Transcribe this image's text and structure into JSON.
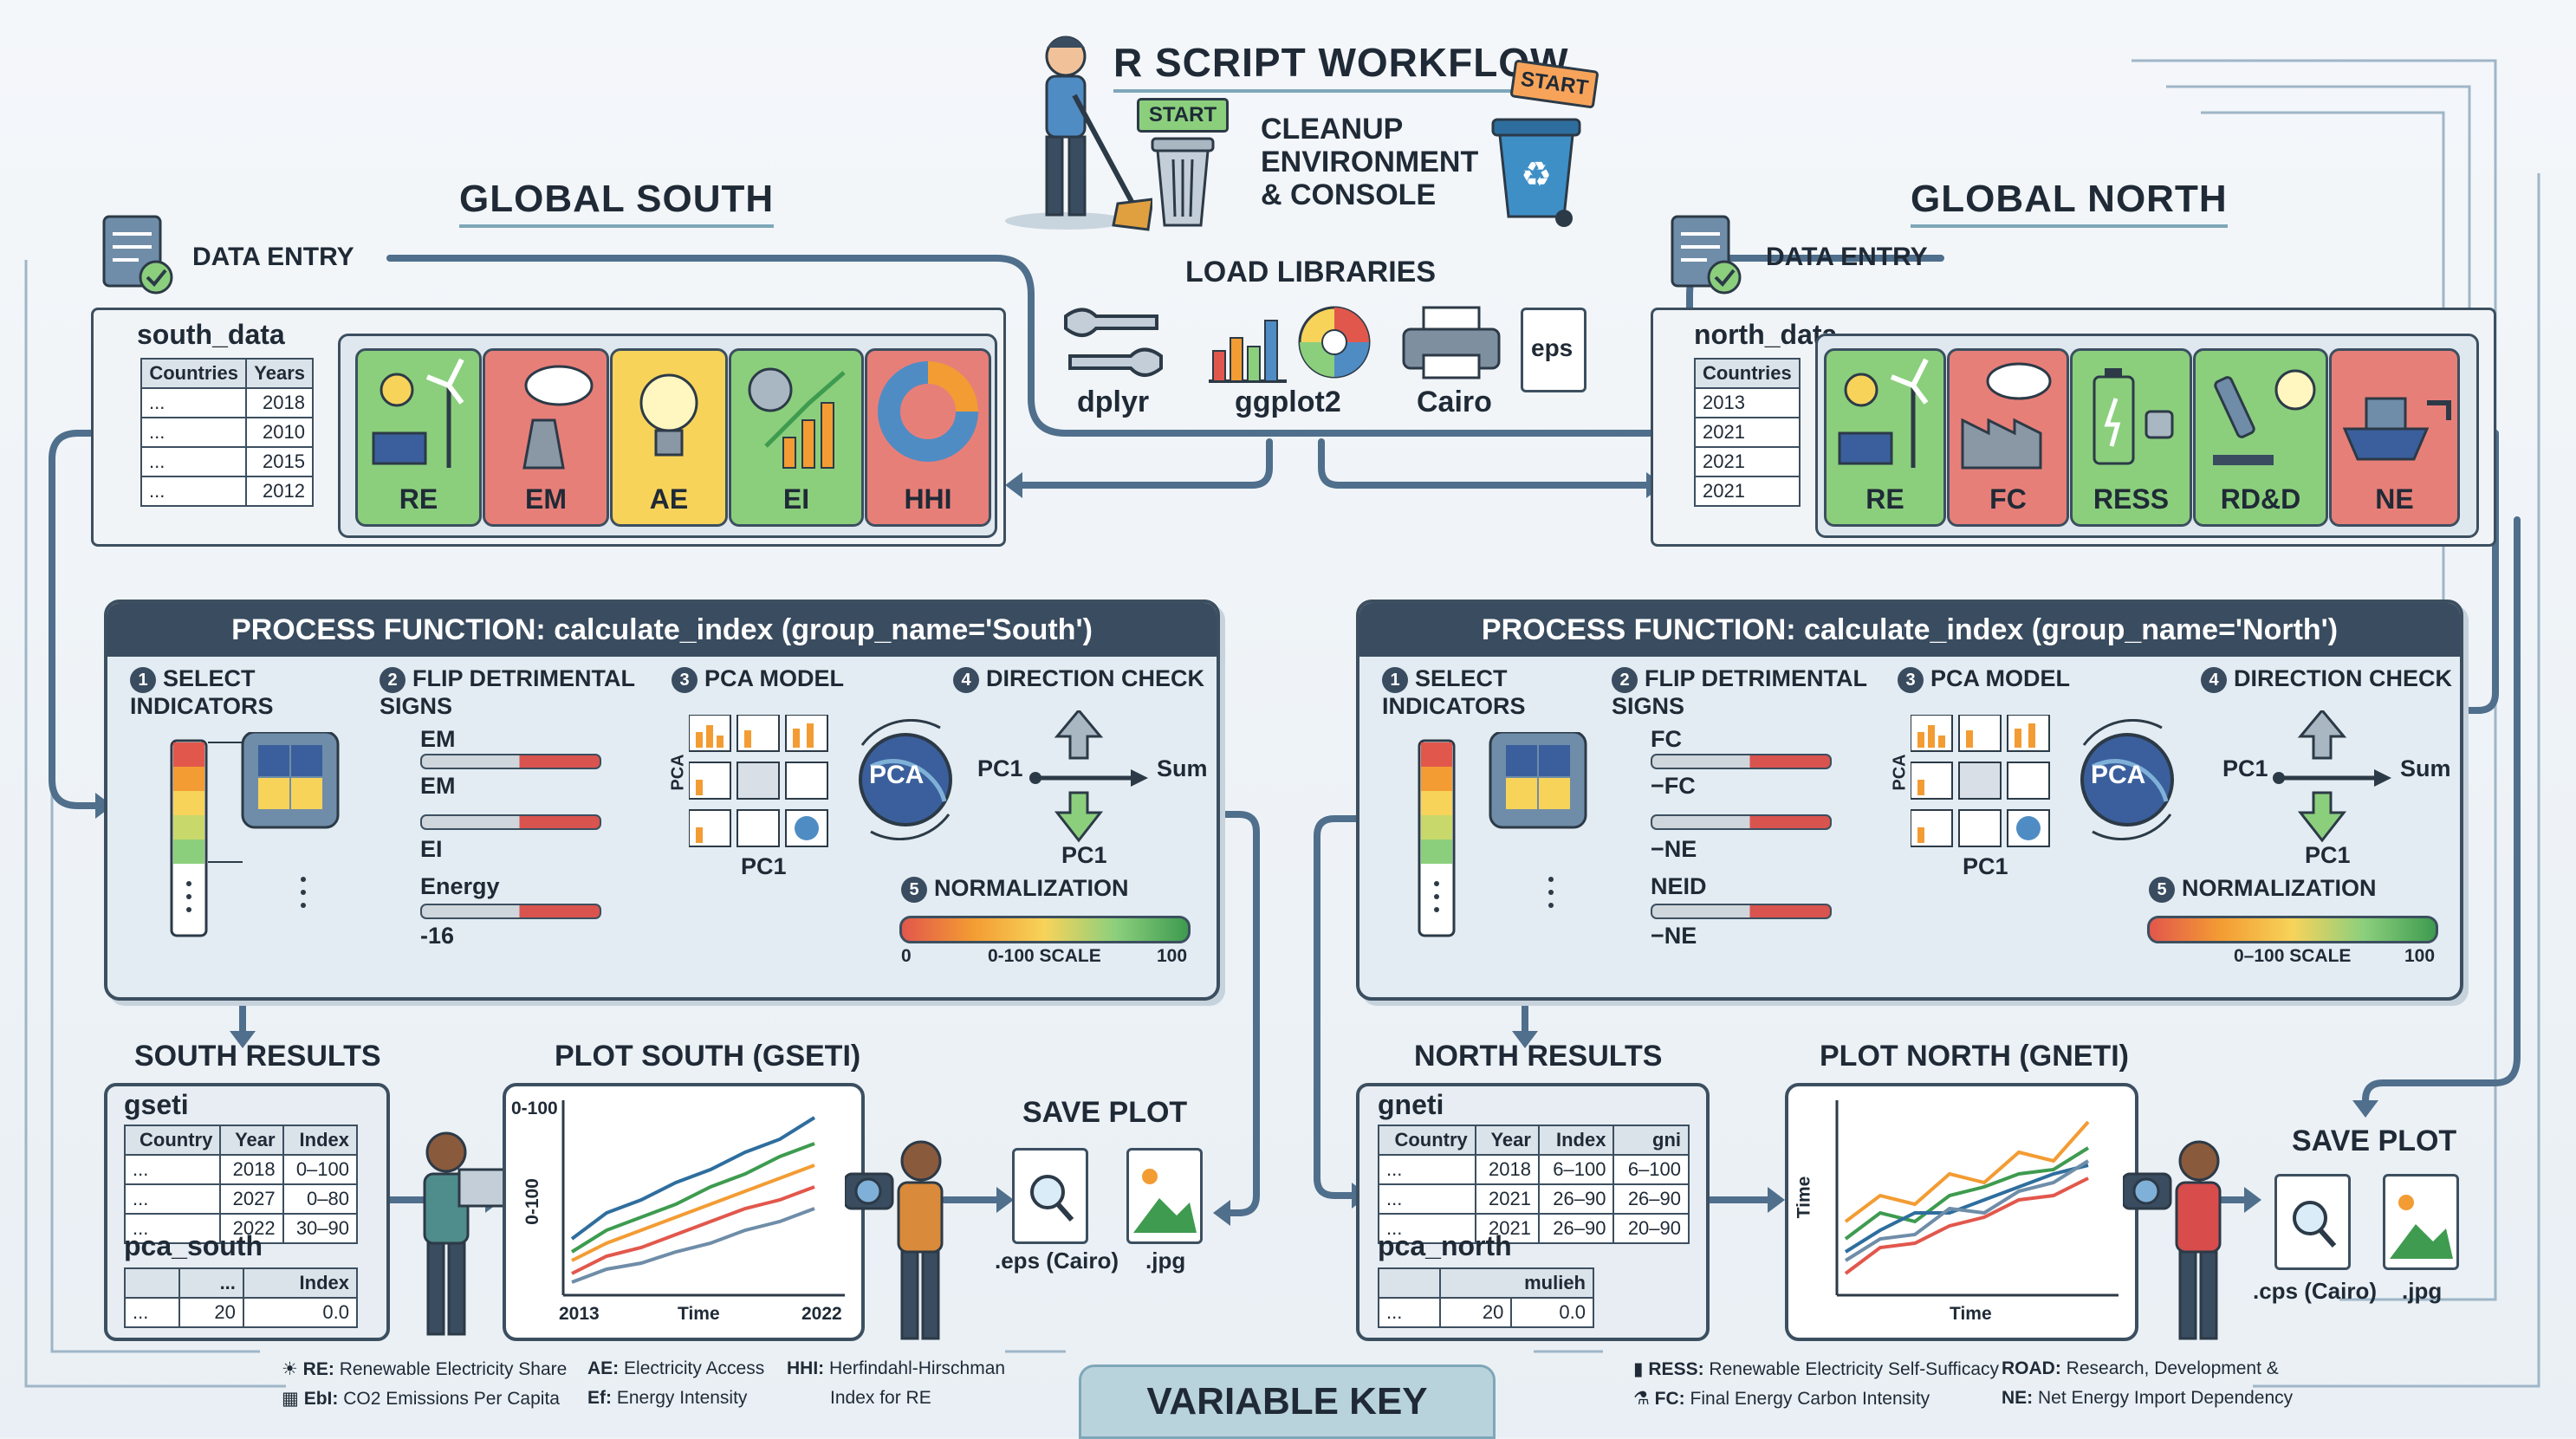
{
  "header": {
    "title": "R SCRIPT WORKFLOW",
    "start_sign": "START",
    "bin_sign": "START",
    "cleanup": [
      "CLEANUP",
      "ENVIRONMENT",
      "& CONSOLE"
    ],
    "load_libraries": "LOAD LIBRARIES",
    "libraries": [
      "dplyr",
      "ggplot2",
      "Cairo",
      "eps"
    ]
  },
  "south": {
    "title": "GLOBAL SOUTH",
    "data_entry": "DATA ENTRY",
    "dataset": "south_data",
    "table_headers": [
      "Countries",
      "Years"
    ],
    "table_rows": [
      [
        "...",
        "2018"
      ],
      [
        "...",
        "2010"
      ],
      [
        "...",
        "2015"
      ],
      [
        "...",
        "2012"
      ]
    ],
    "indicators": [
      {
        "label": "RE",
        "color": "green"
      },
      {
        "label": "EM",
        "color": "red"
      },
      {
        "label": "AE",
        "color": "yellow"
      },
      {
        "label": "EI",
        "color": "green"
      },
      {
        "label": "HHI",
        "color": "red"
      }
    ],
    "process_title": "PROCESS FUNCTION: calculate_index (group_name='South')",
    "step1": "SELECT INDICATORS",
    "step2": "FLIP DETRIMENTAL SIGNS",
    "flip_labels": [
      "EM",
      "EM",
      "EI",
      "Energy",
      "-16"
    ],
    "step3": "PCA MODEL",
    "pca_axis": "PCA",
    "pca_globe": "PCA",
    "pc1_label": "PC1",
    "step4": "DIRECTION CHECK",
    "dir_pc1": "PC1",
    "dir_sum": "Sum",
    "dir_pc1_down": "PC1",
    "step5": "NORMALIZATION",
    "scale_min": "0",
    "scale_label": "0-100 SCALE",
    "scale_max": "100",
    "results_title": "SOUTH RESULTS",
    "result_name": "gseti",
    "result_headers": [
      "Country",
      "Year",
      "Index"
    ],
    "result_rows": [
      [
        "...",
        "2018",
        "0–100"
      ],
      [
        "...",
        "2027",
        "0–80"
      ],
      [
        "...",
        "2022",
        "30–90"
      ]
    ],
    "pca_name": "pca_south",
    "pca_headers": [
      "",
      "...",
      "Index"
    ],
    "pca_rows": [
      [
        "...",
        "20",
        "0.0"
      ]
    ],
    "plot_title": "PLOT SOUTH (GSETI)",
    "plot_y_top": "0-100",
    "plot_y_side": "0-100",
    "plot_x_left": "2013",
    "plot_x_mid": "Time",
    "plot_x_right": "2022",
    "save_title": "SAVE PLOT",
    "save_eps": ".eps (Cairo)",
    "save_jpg": ".jpg"
  },
  "north": {
    "title": "GLOBAL NORTH",
    "data_entry": "DATA ENTRY",
    "dataset": "north_data",
    "table_headers": [
      "Countries"
    ],
    "table_rows": [
      [
        "2013"
      ],
      [
        "2021"
      ],
      [
        "2021"
      ],
      [
        "2021"
      ]
    ],
    "indicators": [
      {
        "label": "RE",
        "color": "green"
      },
      {
        "label": "FC",
        "color": "red"
      },
      {
        "label": "RESS",
        "color": "green"
      },
      {
        "label": "RD&D",
        "color": "green"
      },
      {
        "label": "NE",
        "color": "red"
      }
    ],
    "process_title": "PROCESS FUNCTION: calculate_index (group_name='North')",
    "step1": "SELECT INDICATORS",
    "step2": "FLIP DETRIMENTAL SIGNS",
    "flip_labels": [
      "FC",
      "−FC",
      "−NE",
      "NEID",
      "−NE"
    ],
    "step3": "PCA MODEL",
    "pca_axis": "PCA",
    "pca_globe": "PCA",
    "pc1_label": "PC1",
    "step4": "DIRECTION CHECK",
    "dir_pc1": "PC1",
    "dir_sum": "Sum",
    "dir_pc1_down": "PC1",
    "step5": "NORMALIZATION",
    "scale_label": "0–100 SCALE",
    "scale_max": "100",
    "results_title": "NORTH RESULTS",
    "result_name": "gneti",
    "result_headers": [
      "Country",
      "Year",
      "Index",
      "gni"
    ],
    "result_rows": [
      [
        "...",
        "2018",
        "6–100",
        "6–100"
      ],
      [
        "...",
        "2021",
        "26–90",
        "26–90"
      ],
      [
        "...",
        "2021",
        "26–90",
        "20–90"
      ]
    ],
    "pca_name": "pca_north",
    "pca_headers": [
      "",
      "mulieh"
    ],
    "pca_rows": [
      [
        "...",
        "20",
        "0.0"
      ]
    ],
    "plot_title": "PLOT NORTH (GNETI)",
    "plot_y_side": "Time",
    "plot_x_mid": "Time",
    "save_title": "SAVE PLOT",
    "save_eps": ".cps (Cairo)",
    "save_jpg": ".jpg"
  },
  "key": {
    "title": "VARIABLE KEY",
    "left": [
      {
        "abbr": "RE:",
        "text": "Renewable Electricity Share"
      },
      {
        "abbr": "EbI:",
        "text": "CO2 Emissions Per Capita"
      },
      {
        "abbr": "AE:",
        "text": "Electricity Access"
      },
      {
        "abbr": "Ef:",
        "text": "Energy Intensity"
      },
      {
        "abbr": "HHI:",
        "text": "Herfindahl-Hirschman"
      },
      {
        "abbr": "",
        "text": "Index for RE"
      }
    ],
    "right": [
      {
        "abbr": "RESS:",
        "text": "Renewable Electricity Self-Sufficacy"
      },
      {
        "abbr": "FC:",
        "text": "Final Energy Carbon Intensity"
      },
      {
        "abbr": "ROAD:",
        "text": "Research, Development &"
      },
      {
        "abbr": "NE:",
        "text": "Net Energy Import Dependency"
      }
    ]
  },
  "colors": {
    "panel_dark": "#3a4c5f",
    "green": "#8bcf7d",
    "red": "#e77f79",
    "yellow": "#f7d35a",
    "arrow": "#4f6f8c"
  }
}
